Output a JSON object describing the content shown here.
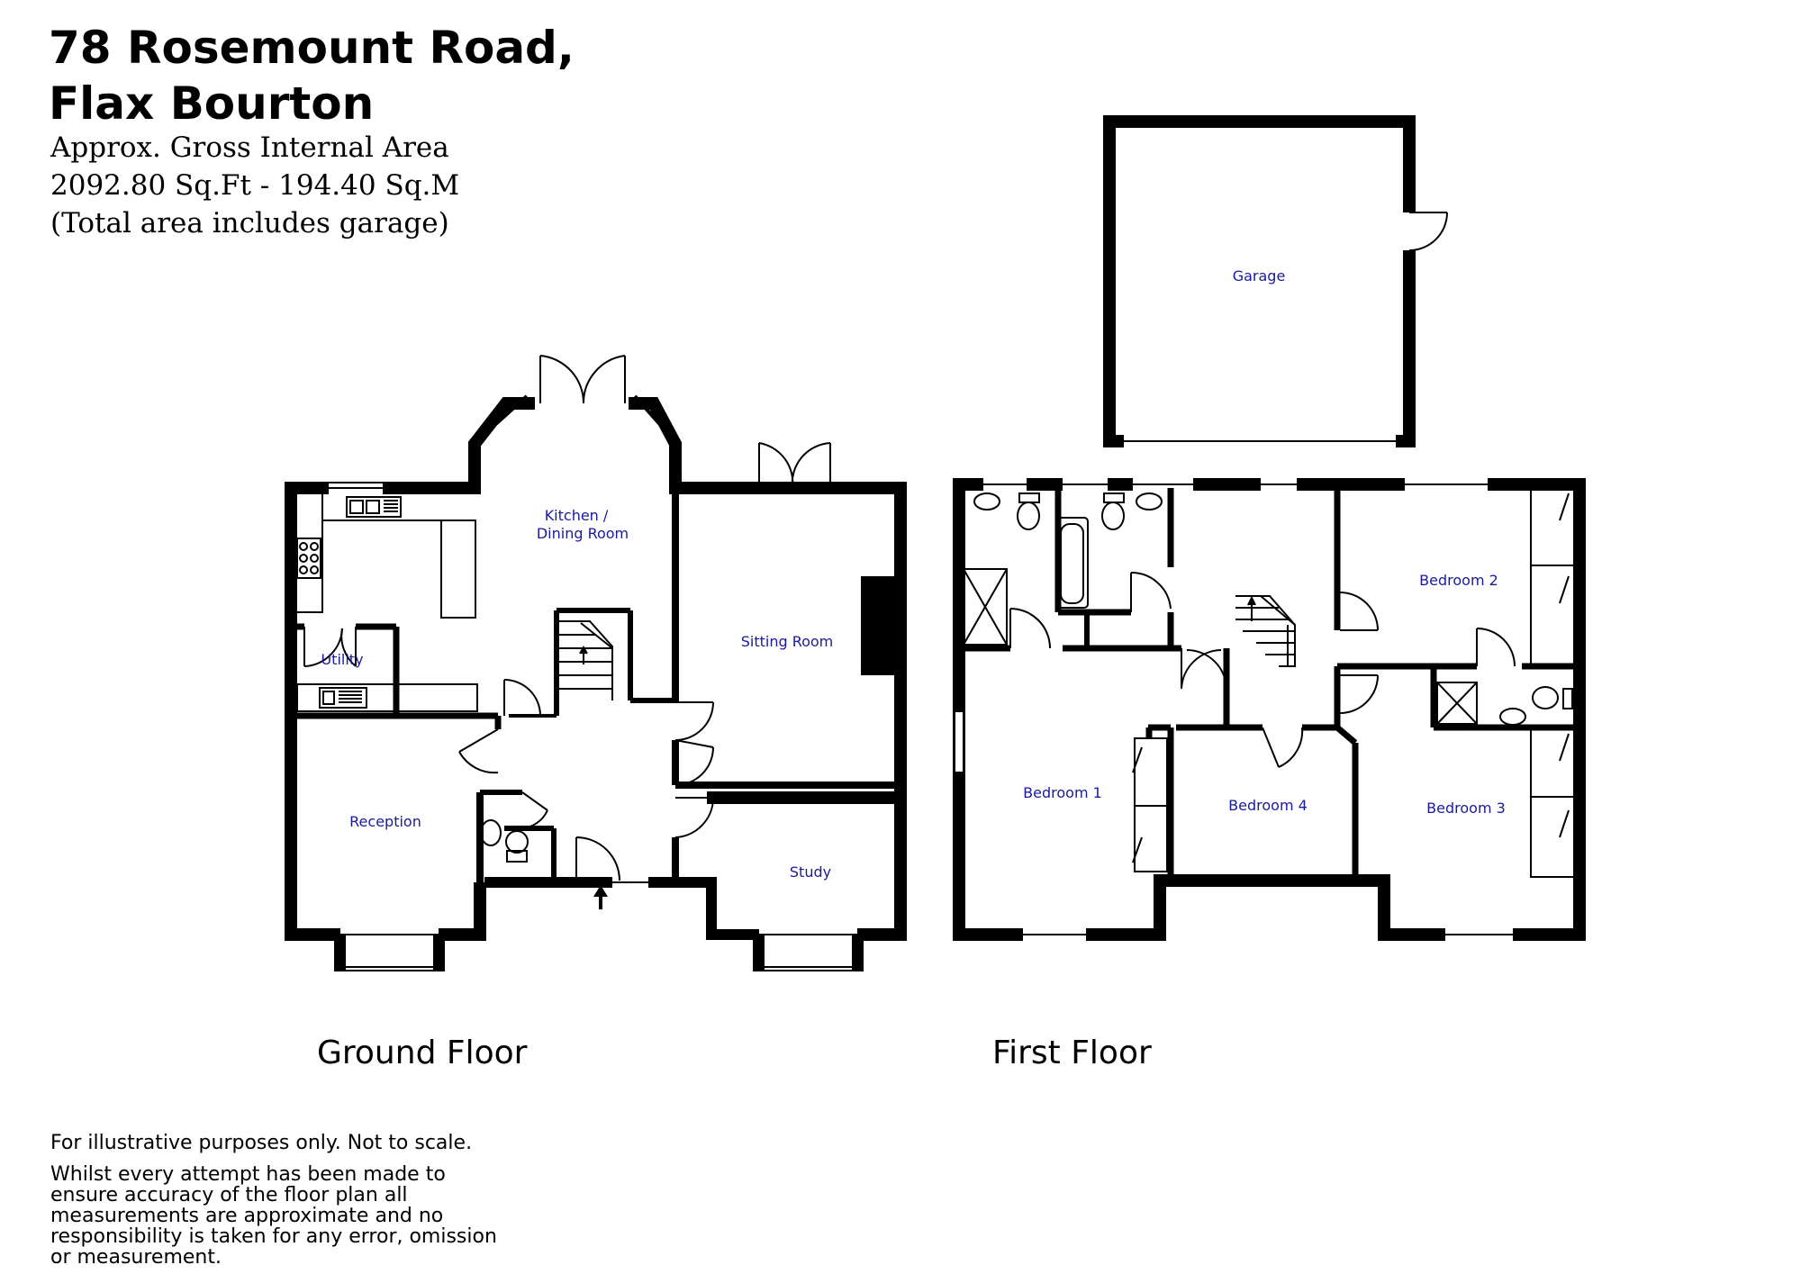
{
  "header": {
    "title_line1": "78 Rosemount Road,",
    "title_line2": "Flax Bourton",
    "area_line1": "Approx. Gross Internal Area",
    "area_line2": "2092.80 Sq.Ft - 194.40 Sq.M",
    "area_line3": "(Total area includes garage)"
  },
  "floors": {
    "ground": "Ground Floor",
    "first": "First Floor"
  },
  "rooms": {
    "kitchen_line1": "Kitchen /",
    "kitchen_line2": "Dining Room",
    "utility": "Utility",
    "sitting_room": "Sitting Room",
    "reception": "Reception",
    "study": "Study",
    "garage": "Garage",
    "bedroom1": "Bedroom 1",
    "bedroom2": "Bedroom 2",
    "bedroom3": "Bedroom 3",
    "bedroom4": "Bedroom 4"
  },
  "disclaimer": {
    "line1": "For illustrative purposes only. Not to scale.",
    "line2": "Whilst every attempt has been made to ensure accuracy of the floor plan all measurements are approximate and no responsibility is taken for any error, omission or measurement."
  },
  "colors": {
    "wall": "#000000",
    "room_label": "#1a1aa0",
    "background": "#ffffff"
  }
}
